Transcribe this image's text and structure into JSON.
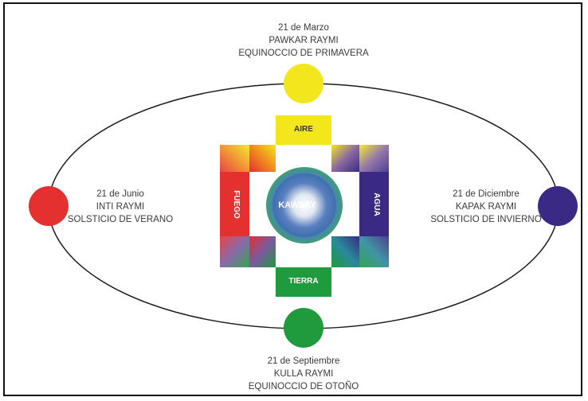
{
  "seasons": {
    "top": {
      "date": "21 de Marzo",
      "name": "PAWKAR RAYMI",
      "event": "EQUINOCCIO DE PRIMAVERA",
      "color": "#f3e61d"
    },
    "left": {
      "date": "21 de Junio",
      "name": "INTI RAYMI",
      "event": "SOLSTICIO DE VERANO",
      "color": "#e53030"
    },
    "right": {
      "date": "21 de Diciembre",
      "name": "KAPAK RAYMI",
      "event": "SOLSTICIO DE INVIERNO",
      "color": "#3a2a86"
    },
    "bottom": {
      "date": "21 de Septiembre",
      "name": "KULLA RAYMI",
      "event": "EQUINOCCIO DE OTOÑO",
      "color": "#1f9a3c"
    }
  },
  "chakana": {
    "center": "KAWSAY",
    "top": "AIRE",
    "left": "FUEGO",
    "right": "AGUA",
    "bottom": "TIERRA",
    "colors": {
      "aire": "#f3e61d",
      "fuego": "#e53030",
      "agua": "#3a2a86",
      "tierra": "#1f9a3c",
      "center": "#4a6fb0"
    }
  }
}
